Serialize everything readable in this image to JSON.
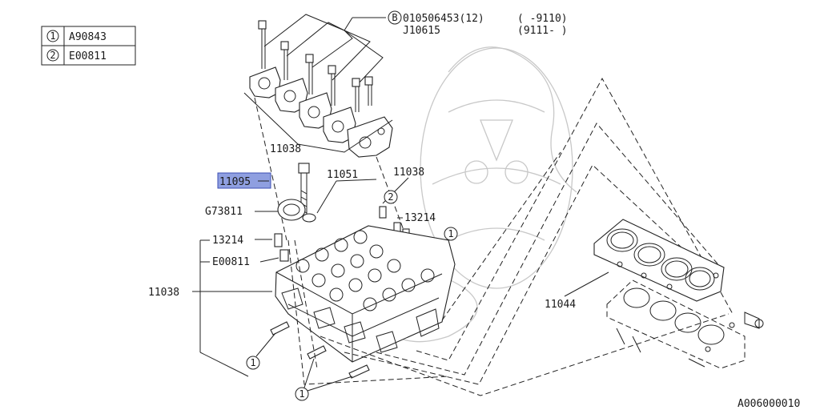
{
  "legend": [
    {
      "num": "1",
      "code": "A90843"
    },
    {
      "num": "2",
      "code": "E00811"
    }
  ],
  "bolt_callout": {
    "symbol": "B",
    "line1_part": "010506453(12)",
    "line1_range": "(   -9110)",
    "line2_part": "J10615",
    "line2_range": "(9111-   )"
  },
  "labels": {
    "cam_cap_11038": "11038",
    "bolt_11095": "11095",
    "seal_11051": "11051",
    "guide_11038": "11038",
    "seal_g73811": "G73811",
    "stud_13214_right": "13214",
    "stud_13214_left": "13214",
    "plug_e00811": "E00811",
    "head_11038": "11038",
    "gasket_11044": "11044"
  },
  "callouts": {
    "circle_2": "2",
    "circle_1_right": "1",
    "circle_1_bottom": "1",
    "circle_1_lower": "1"
  },
  "diagram_id": "A006000010",
  "colors": {
    "line": "#222222",
    "highlight": "#8f9fe0",
    "watermark": "#c8c8c8"
  }
}
